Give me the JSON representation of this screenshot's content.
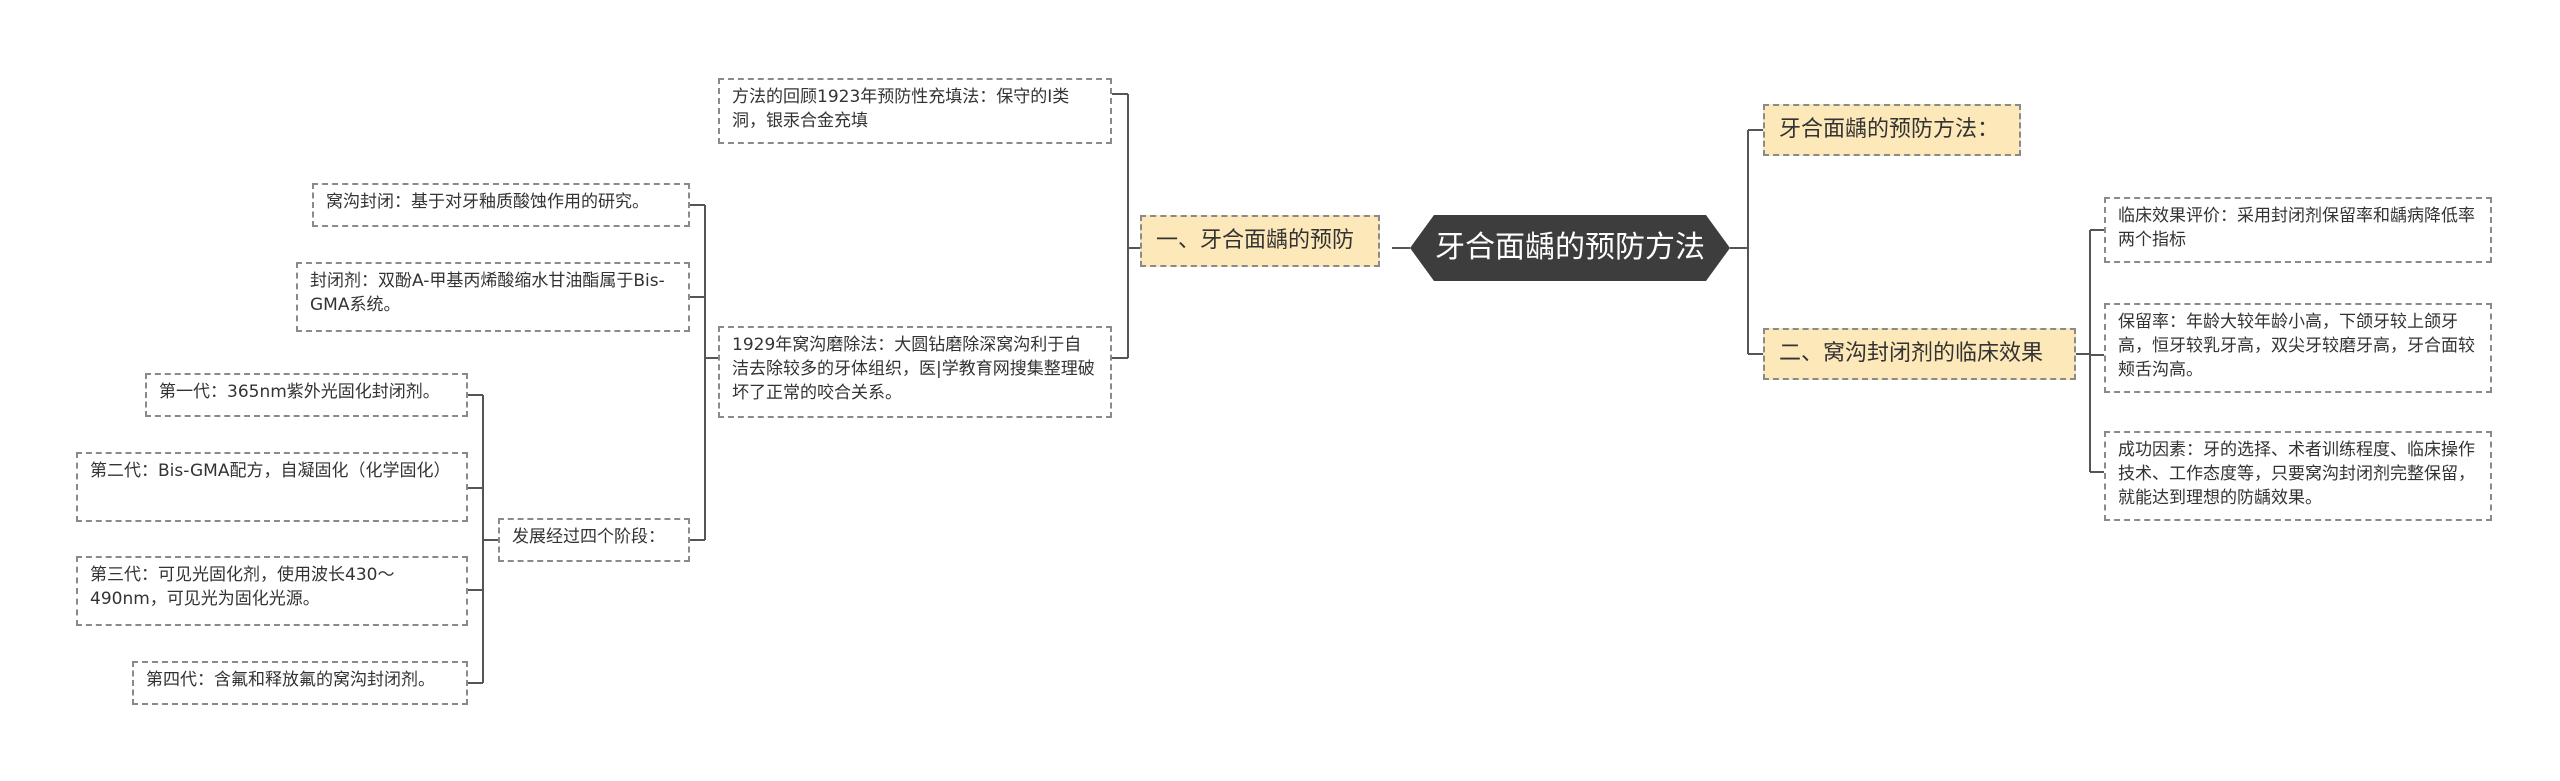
{
  "root": {
    "title": "牙合面龋的预防方法"
  },
  "left": {
    "branch1": {
      "label": "一、牙合面龋的预防",
      "items": [
        "方法的回顾1923年预防性充填法：保守的I类洞，银汞合金充填",
        "1929年窝沟磨除法：大圆钻磨除深窝沟利于自洁去除较多的牙体组织，医|学教育网搜集整理破坏了正常的咬合关系。"
      ]
    },
    "sub": {
      "seal": "窝沟封闭：基于对牙釉质酸蚀作用的研究。",
      "agent": "封闭剂：双酚A-甲基丙烯酸缩水甘油酯属于Bis-GMA系统。",
      "stages": "发展经过四个阶段：",
      "generations": [
        "第一代：365nm紫外光固化封闭剂。",
        "第二代：Bis-GMA配方，自凝固化（化学固化）",
        "第三代：可见光固化剂，使用波长430～490nm，可见光为固化光源。",
        "第四代：含氟和释放氟的窝沟封闭剂。"
      ]
    }
  },
  "right": {
    "branch1": {
      "label": "牙合面龋的预防方法："
    },
    "branch2": {
      "label": "二、窝沟封闭剂的临床效果",
      "items": [
        "临床效果评价：采用封闭剂保留率和龋病降低率两个指标",
        "保留率：年龄大较年龄小高，下颌牙较上颌牙高，恒牙较乳牙高，双尖牙较磨牙高，牙合面较颊舌沟高。",
        "成功因素：牙的选择、术者训练程度、临床操作技术、工作态度等，只要窝沟封闭剂完整保留，就能达到理想的防龋效果。"
      ]
    }
  },
  "colors": {
    "branch_fill": "#fde8b9",
    "root_fill": "#3d3d3d",
    "line": "#555555",
    "border": "#8a8a8a"
  }
}
